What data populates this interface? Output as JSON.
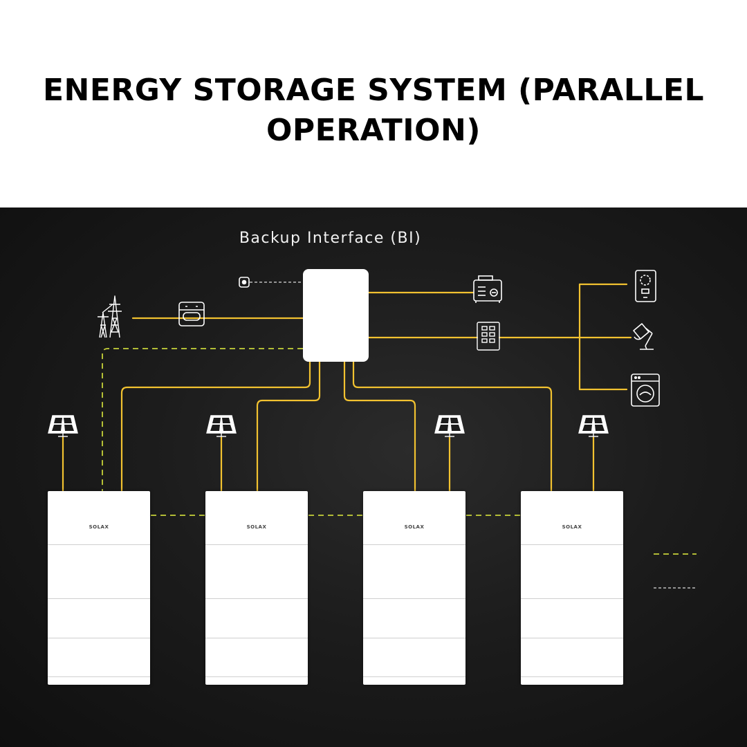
{
  "title": "ENERGY STORAGE SYSTEM (PARALLEL OPERATION)",
  "diagram": {
    "bi_label": "Backup Interface (BI)",
    "battery_brand": "SOLAX",
    "colors": {
      "power_line": "#f2c230",
      "comm_dashed": "#c8d43a",
      "background": "#1a1a1a",
      "device": "#ffffff"
    },
    "icons": {
      "grid": "transmission-tower-icon",
      "meter": "energy-meter-icon",
      "ct": "ct-sensor-icon",
      "generator": "generator-icon",
      "distribution": "distribution-board-icon",
      "loads": [
        "smart-panel-icon",
        "desk-lamp-icon",
        "washing-machine-icon"
      ],
      "solar": "solar-panel-icon"
    },
    "batteries": [
      {
        "brand": "SOLAX"
      },
      {
        "brand": "SOLAX"
      },
      {
        "brand": "SOLAX"
      },
      {
        "brand": "SOLAX"
      }
    ]
  }
}
